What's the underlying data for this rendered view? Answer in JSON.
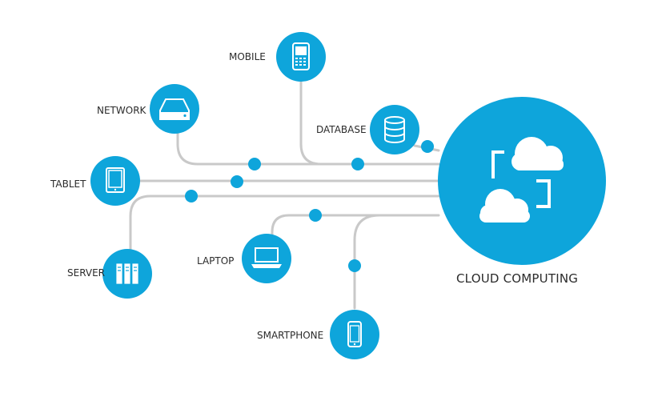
{
  "colors": {
    "accent": "#0ea5db",
    "line": "#c9c9c9",
    "text": "#2b2b2b",
    "background": "#ffffff"
  },
  "hub": {
    "label": "CLOUD COMPUTING",
    "icon": "cloud-sync-icon"
  },
  "nodes": [
    {
      "id": "mobile",
      "label": "MOBILE",
      "icon": "mobile-phone-icon"
    },
    {
      "id": "network",
      "label": "NETWORK",
      "icon": "hard-drive-icon"
    },
    {
      "id": "database",
      "label": "DATABASE",
      "icon": "database-icon"
    },
    {
      "id": "tablet",
      "label": "TABLET",
      "icon": "tablet-icon"
    },
    {
      "id": "server",
      "label": "SERVER",
      "icon": "server-icon"
    },
    {
      "id": "laptop",
      "label": "LAPTOP",
      "icon": "laptop-icon"
    },
    {
      "id": "smartphone",
      "label": "SMARTPHONE",
      "icon": "smartphone-icon"
    }
  ]
}
